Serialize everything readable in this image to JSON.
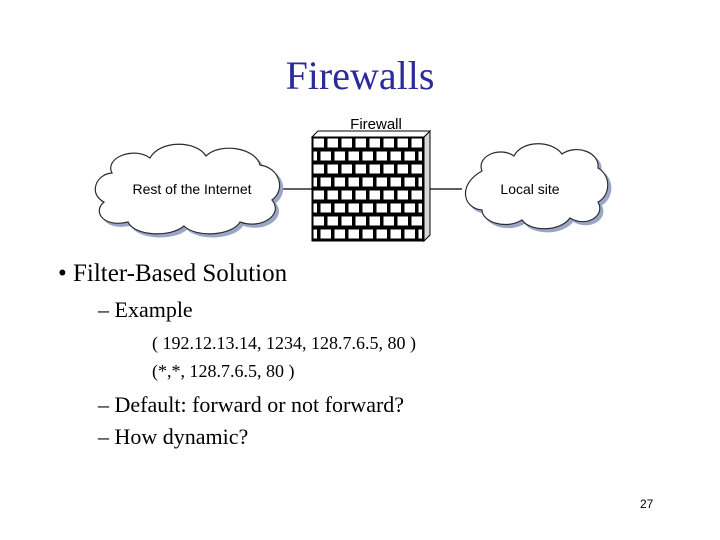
{
  "slide": {
    "title": "Firewalls",
    "page_number": "27"
  },
  "diagram": {
    "firewall_label": "Firewall",
    "left_cloud_label": "Rest of the Internet",
    "right_cloud_label": "Local site"
  },
  "content": {
    "bullet": "Filter-Based Solution",
    "bullet_marker": "•",
    "dash": "–",
    "example_label": "Example",
    "rule_1": "( 192.12.13.14, 1234, 128.7.6.5, 80 )",
    "rule_2": "(*,*, 128.7.6.5, 80 )",
    "default_question": "Default: forward or not forward?",
    "dynamic_question": "How dynamic?"
  }
}
